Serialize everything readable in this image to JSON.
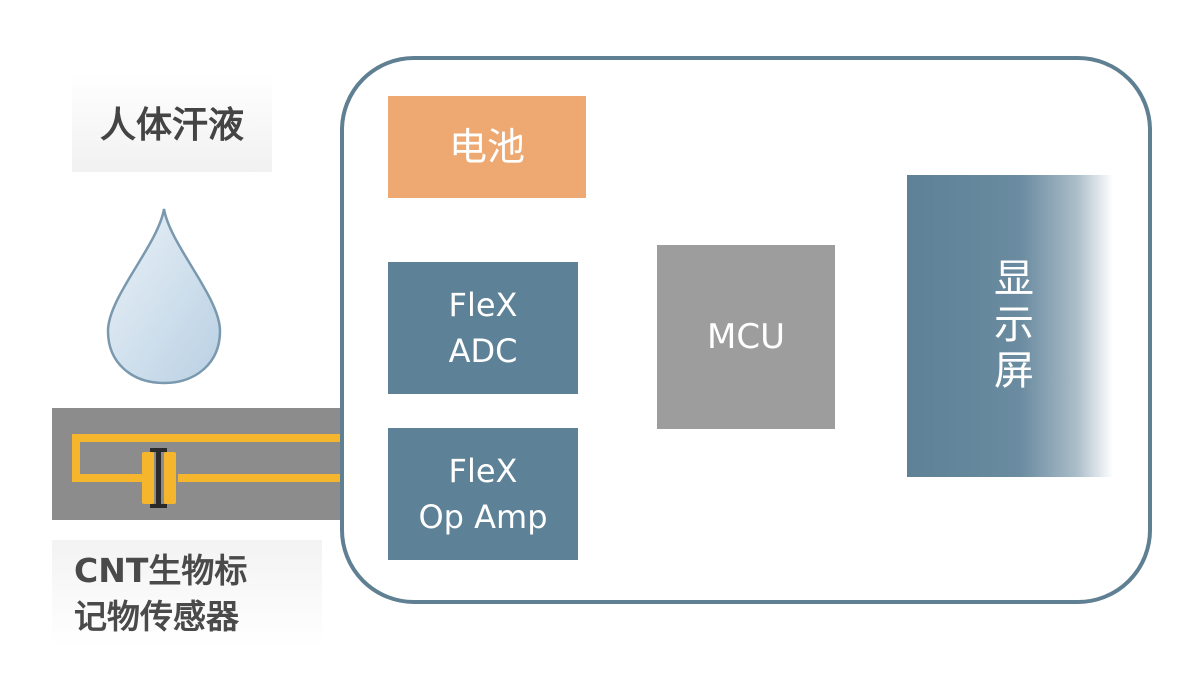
{
  "labels": {
    "sweat": "人体汗液",
    "sensor_line1": "CNT生物标",
    "sensor_line2": "记物传感器"
  },
  "blocks": {
    "battery": "电池",
    "adc_line1": "FleX",
    "adc_line2": "ADC",
    "opamp_line1": "FleX",
    "opamp_line2": "Op Amp",
    "mcu": "MCU",
    "display": "显示屏"
  },
  "colors": {
    "device_border": "#5f7f92",
    "battery": "#eda971",
    "flex_block": "#5d8196",
    "mcu": "#9d9d9d",
    "sensor_strip": "#8c8c8c",
    "electrode": "#f5b62e",
    "droplet": "#c9dcec"
  }
}
